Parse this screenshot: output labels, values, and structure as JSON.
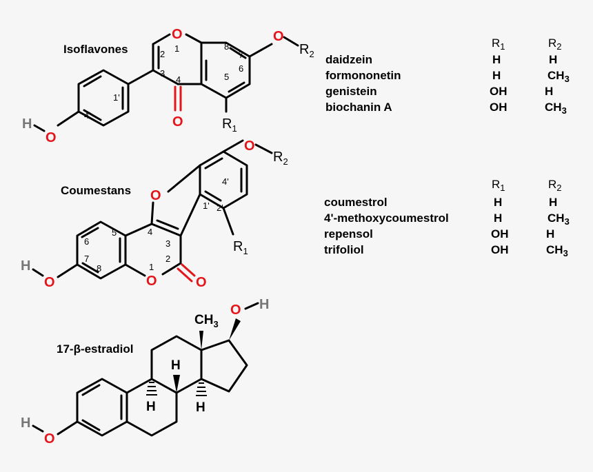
{
  "sections": {
    "isoflavones": {
      "title": "Isoflavones"
    },
    "coumestans": {
      "title": "Coumestans"
    },
    "estradiol": {
      "title": "17-β-estradiol"
    }
  },
  "atoms": {
    "O": "O",
    "H": "H",
    "R": "R",
    "sub1": "1",
    "sub2": "2",
    "C": "CH",
    "sub3": "3"
  },
  "isoflavone_numbers": [
    "1",
    "2",
    "3",
    "4",
    "5",
    "6",
    "7",
    "8",
    "1'",
    "4'"
  ],
  "coumestan_numbers": [
    "1",
    "2",
    "3",
    "4",
    "5",
    "6",
    "7",
    "8",
    "1'",
    "2'",
    "4'"
  ],
  "tables": {
    "isoflavones": {
      "headers": {
        "r1": "R",
        "r1_sub": "1",
        "r2": "R",
        "r2_sub": "2"
      },
      "rows": [
        {
          "name": "daidzein",
          "r1": "H",
          "r2": "H",
          "r2_sub": ""
        },
        {
          "name": "formononetin",
          "r1": "H",
          "r2": "CH",
          "r2_sub": "3"
        },
        {
          "name": "genistein",
          "r1": "OH",
          "r2": "H",
          "r2_sub": ""
        },
        {
          "name": "biochanin A",
          "r1": "OH",
          "r2": "CH",
          "r2_sub": "3"
        }
      ]
    },
    "coumestans": {
      "headers": {
        "r1": "R",
        "r1_sub": "1",
        "r2": "R",
        "r2_sub": "2"
      },
      "rows": [
        {
          "name": "coumestrol",
          "r1": "H",
          "r2": "H",
          "r2_sub": ""
        },
        {
          "name": "4'-methoxycoumestrol",
          "r1": "H",
          "r2": "CH",
          "r2_sub": "3"
        },
        {
          "name": "repensol",
          "r1": "OH",
          "r2": "H",
          "r2_sub": ""
        },
        {
          "name": "trifoliol",
          "r1": "OH",
          "r2": "CH",
          "r2_sub": "3"
        }
      ]
    }
  },
  "colors": {
    "oxygen": "#e4141b",
    "hydrogen": "#777777",
    "bond": "#000000",
    "background": "#f6f6f6"
  }
}
